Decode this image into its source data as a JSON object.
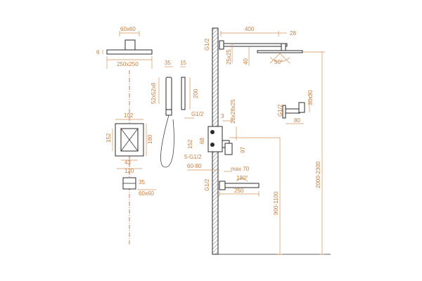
{
  "labels": {
    "head_size": "60x60",
    "head_thk": "6",
    "plate_size": "250x250",
    "hand_w": "35",
    "hand_w2": "15",
    "hand_size": "52x52x8",
    "hand_len": "200",
    "g_half_a": "G1/2",
    "box_w": "102",
    "box_h": "152",
    "box_h2": "180",
    "box_d": "43",
    "box_w2": "120",
    "spout_a": "35",
    "spout_b": "60x60",
    "arm_len": "400",
    "arm_end": "28",
    "g_half_b": "G1/2",
    "arm_h1": "25x25",
    "arm_h2": "40",
    "angle_50": "50°",
    "holder_size": "30x30",
    "g_half_c": "G1/2",
    "holder_d": "80",
    "mix_a": "3",
    "mix_b": "28x28x25",
    "mix_152": "152",
    "mix_68": "68",
    "mix_97": "97",
    "mix_thread": "5-G1/2",
    "mix_depth": "60-80",
    "mix_max": "max 70",
    "height_total": "2000-2300",
    "spout_angle": "180°",
    "g_half_d": "G1/2",
    "spout_len": "250",
    "height_spout": "900-1100"
  },
  "colors": {
    "dimension": "#d4915a",
    "label": "#c87d3c",
    "part": "#2b2b2b",
    "centerline": "#c0392b"
  }
}
